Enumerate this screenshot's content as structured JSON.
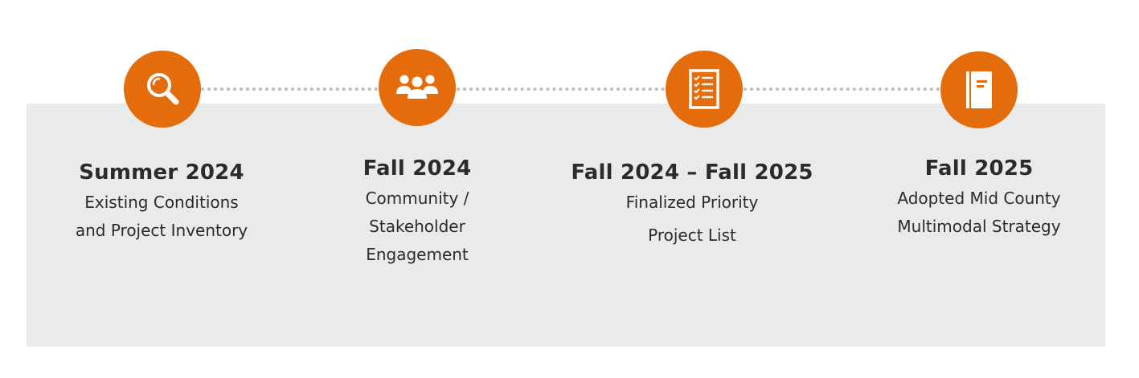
{
  "theme": {
    "accent": "#e46c0a",
    "panel_background": "#e9eaea",
    "connector_color": "#bdbdbd",
    "text_color": "#2b2b2b"
  },
  "steps": [
    {
      "icon": "magnifying-glass-icon",
      "title": "Summer 2024",
      "lines": [
        "Existing Conditions",
        "and Project Inventory"
      ]
    },
    {
      "icon": "people-group-icon",
      "title": "Fall 2024",
      "lines": [
        "Community /",
        "Stakeholder",
        "Engagement"
      ]
    },
    {
      "icon": "checklist-icon",
      "title": "Fall 2024 – Fall 2025",
      "lines": [
        "Finalized Priority",
        "Project List"
      ]
    },
    {
      "icon": "notebook-icon",
      "title": "Fall 2025",
      "lines": [
        "Adopted Mid County",
        "Multimodal Strategy"
      ]
    }
  ]
}
